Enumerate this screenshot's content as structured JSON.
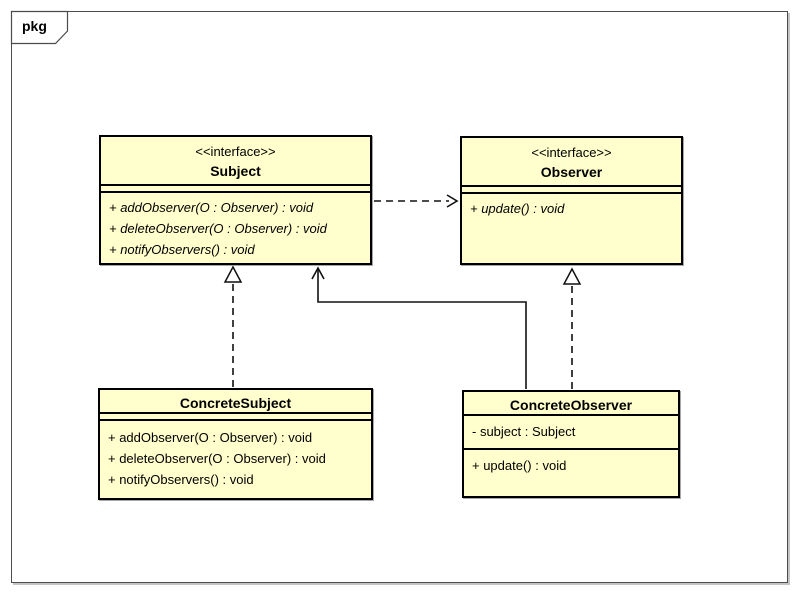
{
  "frame": {
    "tab_label": "pkg"
  },
  "colors": {
    "class_fill": "#FFFECC",
    "class_border": "#000000",
    "frame_border": "#4C4C4C",
    "canvas_bg": "#FFFFFF"
  },
  "classes": {
    "subject": {
      "stereotype": "<<interface>>",
      "name": "Subject",
      "attributes": [],
      "operations": [
        "+ addObserver(O : Observer) : void",
        "+ deleteObserver(O : Observer) : void",
        "+ notifyObservers() : void"
      ]
    },
    "observer": {
      "stereotype": "<<interface>>",
      "name": "Observer",
      "attributes": [],
      "operations": [
        "+ update() : void"
      ]
    },
    "concrete_subject": {
      "name": "ConcreteSubject",
      "attributes": [],
      "operations": [
        "+ addObserver(O : Observer) : void",
        "+ deleteObserver(O : Observer) : void",
        "+ notifyObservers() : void"
      ]
    },
    "concrete_observer": {
      "name": "ConcreteObserver",
      "attributes": [
        "- subject : Subject"
      ],
      "operations": [
        "+ update() : void"
      ]
    }
  },
  "relationships": [
    {
      "type": "dependency",
      "from": "Subject",
      "to": "Observer",
      "line": "dashed",
      "arrowhead": "open"
    },
    {
      "type": "realization",
      "from": "ConcreteSubject",
      "to": "Subject",
      "line": "dashed",
      "arrowhead": "hollow-triangle"
    },
    {
      "type": "realization",
      "from": "ConcreteObserver",
      "to": "Observer",
      "line": "dashed",
      "arrowhead": "hollow-triangle"
    },
    {
      "type": "association",
      "from": "ConcreteObserver",
      "to": "Subject",
      "line": "solid",
      "arrowhead": "open"
    }
  ]
}
